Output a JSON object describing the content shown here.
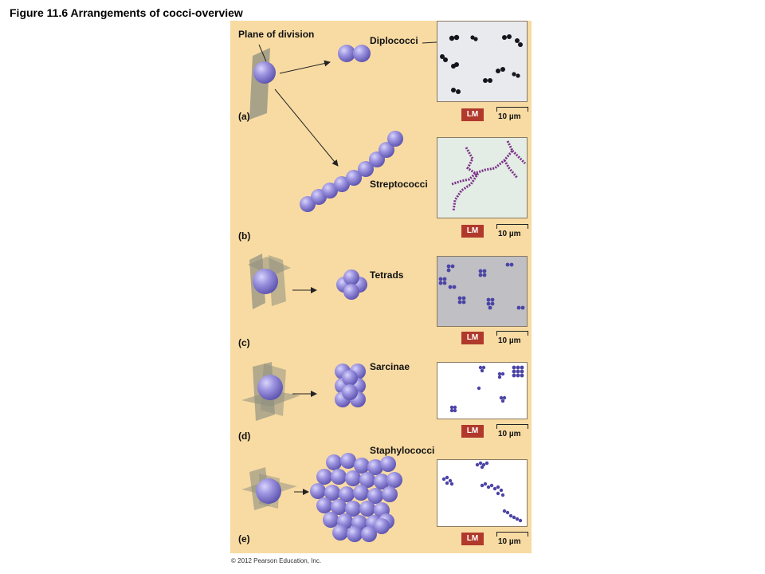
{
  "figure_title": "Figure 11.6  Arrangements of cocci-overview",
  "plane_label": "Plane of division",
  "arrangements": [
    {
      "name": "Diplococci",
      "panel": "(a)"
    },
    {
      "name": "Streptococci",
      "panel": "(b)"
    },
    {
      "name": "Tetrads",
      "panel": "(c)"
    },
    {
      "name": "Sarcinae",
      "panel": "(d)"
    },
    {
      "name": "Staphylococci",
      "panel": "(e)"
    }
  ],
  "micrograph_badge": "LM",
  "scale_text": "10 µm",
  "credit": "© 2012 Pearson Education, Inc.",
  "colors": {
    "panel_background": "#f8dba3",
    "cell_fill": "#8f86d6",
    "badge": "#b0392c",
    "plane_fill": "#7a7f70"
  }
}
